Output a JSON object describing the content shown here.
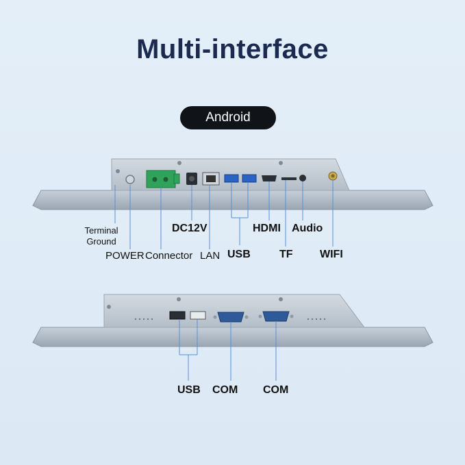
{
  "title": "Multi-interface",
  "os_badge": "Android",
  "labels": {
    "terminal_ground": "Terminal\nGround",
    "power": "POWER",
    "connector": "Connector",
    "dc12v": "DC12V",
    "lan": "LAN",
    "usb_top": "USB",
    "hdmi": "HDMI",
    "tf": "TF",
    "audio": "Audio",
    "wifi": "WIFI",
    "usb_bottom": "USB",
    "com1": "COM",
    "com2": "COM"
  },
  "colors": {
    "title": "#1b2a4e",
    "badge_bg": "#101418",
    "badge_text": "#ffffff",
    "panel": "#b9c4cf",
    "panel_dark": "#8e9aa6",
    "leader_line": "#5b8fd6",
    "terminal_green": "#2fa35a",
    "usb_blue": "#2b63c4",
    "com_blue": "#2e5a9a"
  }
}
